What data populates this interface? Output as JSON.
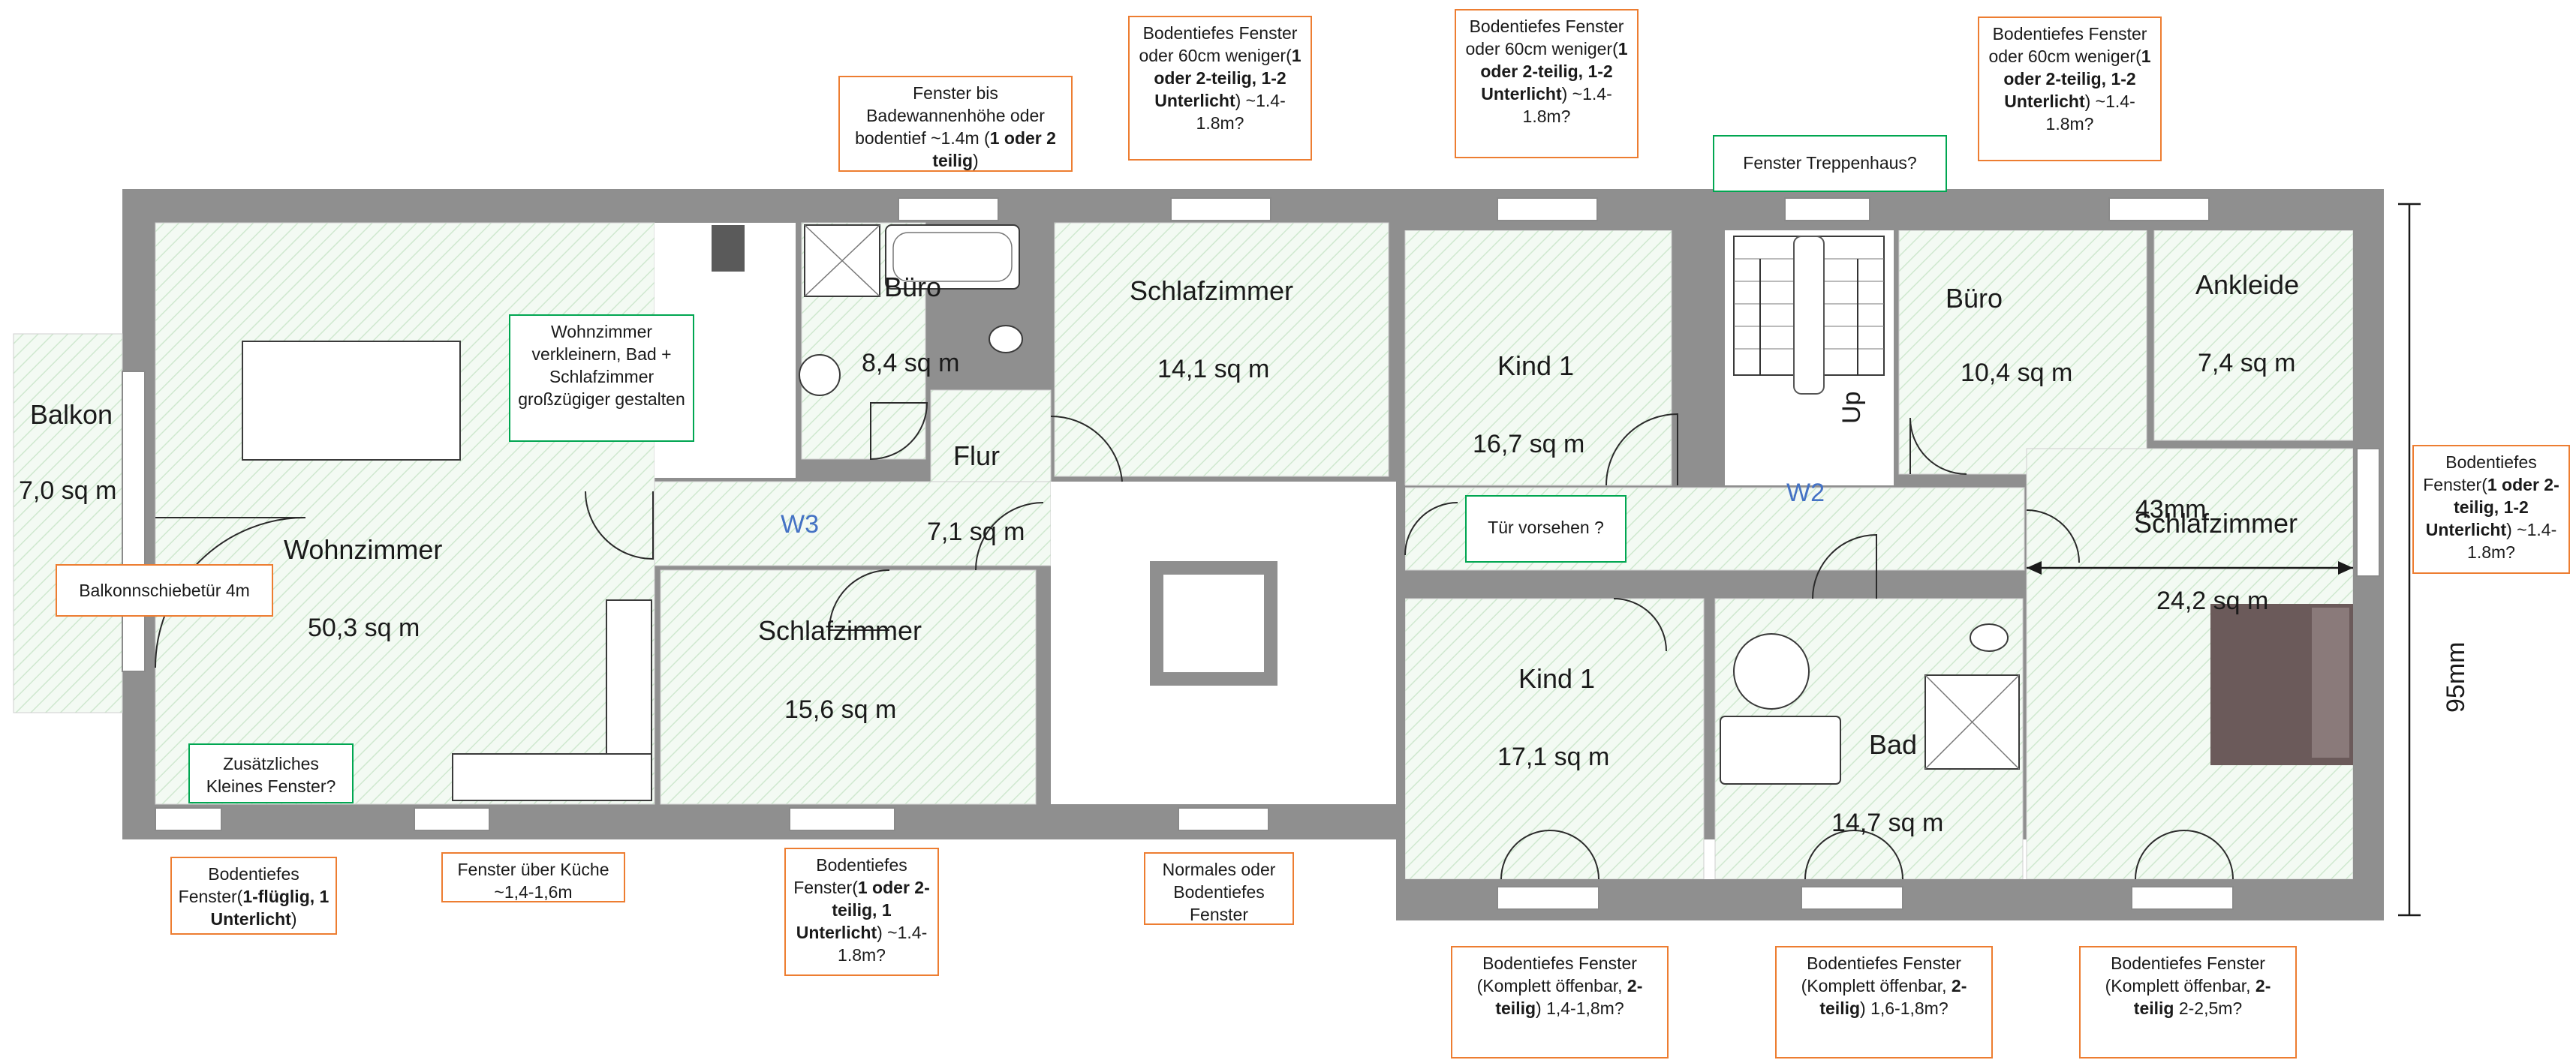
{
  "rooms": {
    "balkon": {
      "name": "Balkon",
      "area": "7,0 sq m"
    },
    "wohnzimmer": {
      "name": "Wohnzimmer",
      "area": "50,3 sq m"
    },
    "buero_left": {
      "name": "Büro",
      "area": "8,4 sq m"
    },
    "schlafzimmer_top": {
      "name": "Schlafzimmer",
      "area": "14,1 sq m"
    },
    "flur": {
      "name": "Flur",
      "area": "7,1 sq m"
    },
    "schlafzimmer_left": {
      "name": "Schlafzimmer",
      "area": "15,6 sq m"
    },
    "kind1_top": {
      "name": "Kind 1",
      "area": "16,7 sq m"
    },
    "kind1_bottom": {
      "name": "Kind 1",
      "area": "17,1 sq m"
    },
    "buero_right": {
      "name": "Büro",
      "area": "10,4 sq m"
    },
    "ankleide": {
      "name": "Ankleide",
      "area": "7,4 sq m"
    },
    "schlafzimmer_right": {
      "name": "Schlafzimmer",
      "area": "24,2 sq m"
    },
    "bad": {
      "name": "Bad",
      "area": "14,7 sq m"
    }
  },
  "zones": {
    "w2": "W2",
    "w3": "W3"
  },
  "stairs": {
    "label": "Up"
  },
  "dimensions": {
    "height": "95mm",
    "width": "43mm"
  },
  "notes": {
    "n_bad_window": {
      "p1": "Fenster bis Badewannenhöhe oder bodentief ~1.4m (",
      "b1": "1 oder 2 teilig",
      "p2": ")"
    },
    "n_top1": {
      "p1": "Bodentiefes Fenster oder 60cm weniger(",
      "b1": "1 oder 2-teilig, 1-2 Unterlicht",
      "p2": ") ~1.4-1.8m?"
    },
    "n_top2": {
      "p1": "Bodentiefes Fenster oder 60cm weniger(",
      "b1": "1 oder 2-teilig, 1-2 Unterlicht",
      "p2": ") ~1.4-1.8m?"
    },
    "n_top3": {
      "p1": "Bodentiefes Fenster oder 60cm weniger(",
      "b1": "1 oder 2-teilig, 1-2 Unterlicht",
      "p2": ") ~1.4-1.8m?"
    },
    "n_treppenhaus": {
      "text": "Fenster Treppenhaus?"
    },
    "n_wohn_verkleinern": {
      "text": "Wohnzimmer verkleinern, Bad + Schlafzimmer großzügiger gestalten"
    },
    "n_tuer": {
      "text": "Tür vorsehen ?"
    },
    "n_balkonschiebe": {
      "text": "Balkonnschiebetür 4m"
    },
    "n_zusaetzlich": {
      "text": "Zusätzliches Kleines Fenster?"
    },
    "n_bottom_left": {
      "p1": "Bodentiefes Fenster(",
      "b1": "1-flüglig, 1 Unterlicht",
      "p2": ")"
    },
    "n_kueche": {
      "text": "Fenster über Küche ~1,4-1,6m"
    },
    "n_bottom_schlaf": {
      "p1": "Bodentiefes Fenster(",
      "b1": "1 oder 2-teilig, 1 Unterlicht",
      "p2": ") ~1.4-1.8m?"
    },
    "n_normales": {
      "text": "Normales oder Bodentiefes Fenster"
    },
    "n_right": {
      "p1": "Bodentiefes Fenster(",
      "b1": "1 oder 2-teilig, 1-2 Unterlicht",
      "p2": ") ~1.4-1.8m?"
    },
    "n_bottom1": {
      "p1": "Bodentiefes Fenster (Komplett öffenbar, ",
      "b1": "2-teilig",
      "p2": ") 1,4-1,8m?"
    },
    "n_bottom2": {
      "p1": "Bodentiefes Fenster (Komplett öffenbar, ",
      "b1": "2-teilig",
      "p2": ") 1,6-1,8m?"
    },
    "n_bottom3": {
      "p1": "Bodentiefes Fenster (Komplett öffenbar, ",
      "b1": "2-teilig",
      "p2": " 2-2,5m?"
    }
  }
}
